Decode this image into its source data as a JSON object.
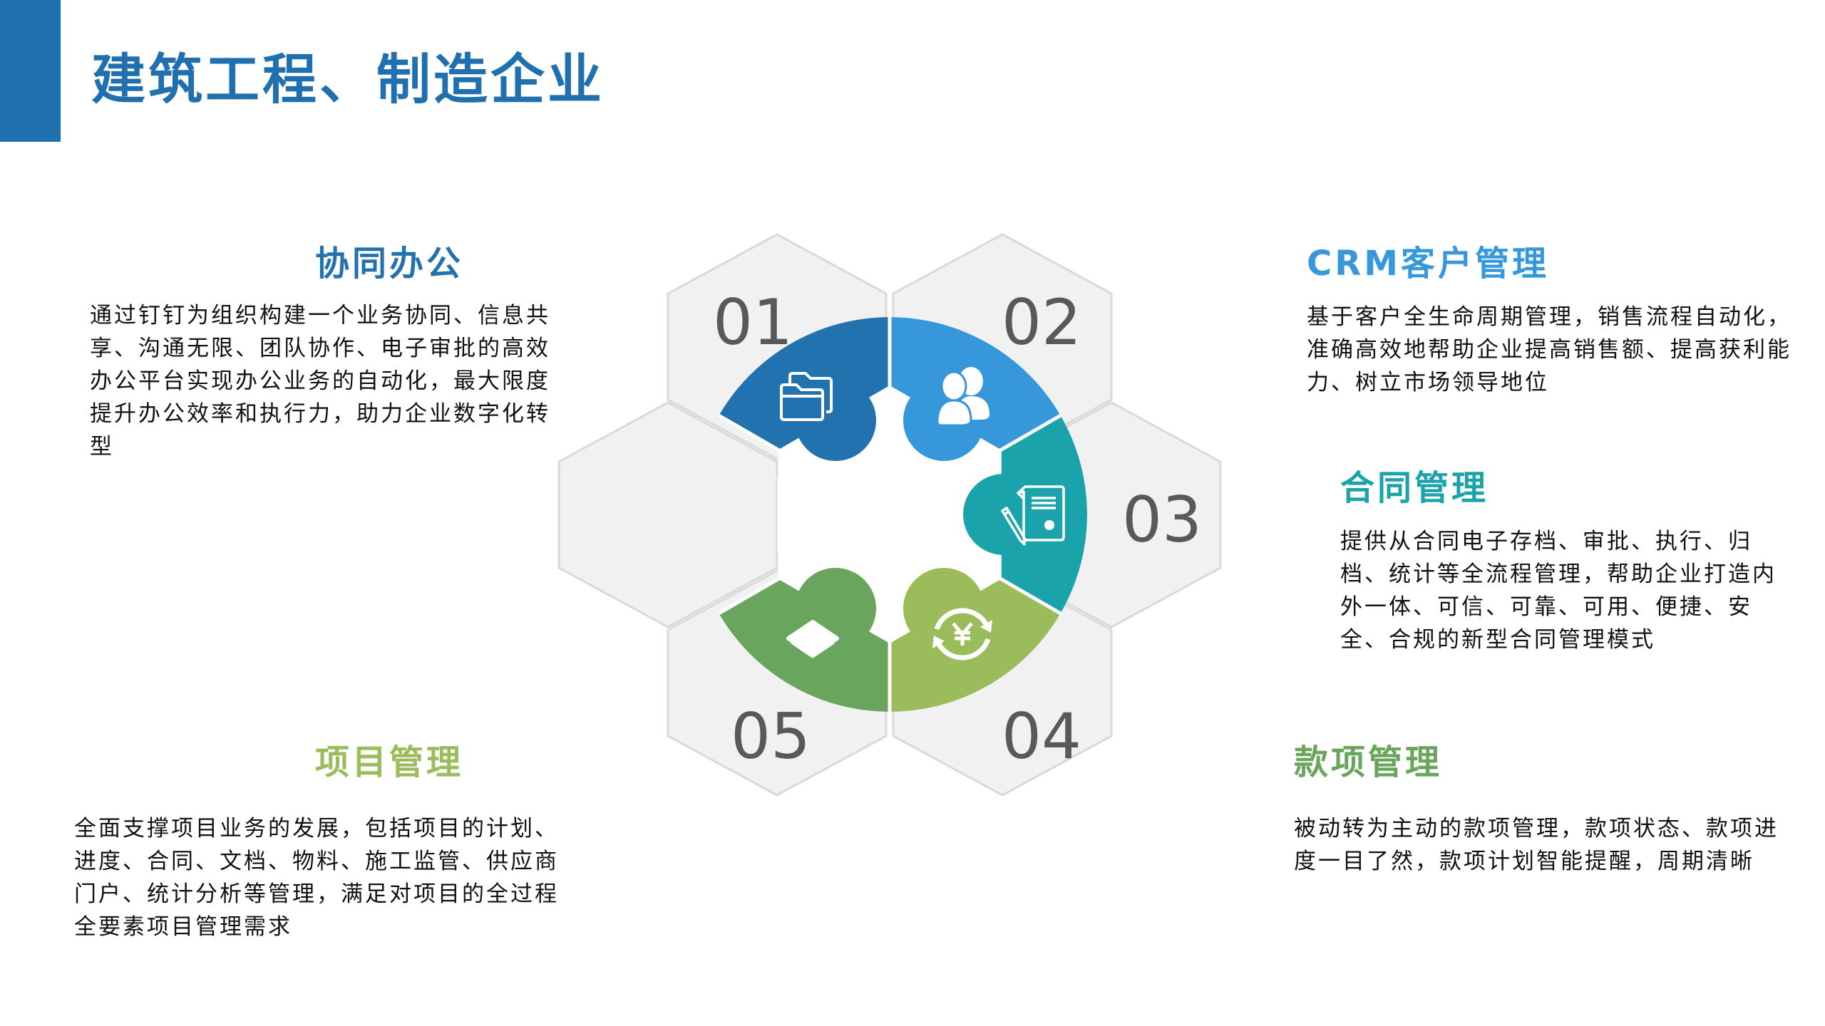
{
  "header": {
    "title": "建筑工程、制造企业",
    "accent_color": "#2070B0"
  },
  "sections": [
    {
      "id": "01",
      "title": "协同办公",
      "color": "#2172AE",
      "icon": "folder-icon",
      "body": "通过钉钉为组织构建一个业务协同、信息共享、沟通无限、团队协作、电子审批的高效办公平台实现办公业务的自动化，最大限度提升办公效率和执行力，助力企业数字化转型"
    },
    {
      "id": "02",
      "title": "CRM客户管理",
      "color": "#3698DA",
      "icon": "users-icon",
      "body": "基于客户全生命周期管理，销售流程自动化，准确高效地帮助企业提高销售额、提高获利能力、树立市场领导地位"
    },
    {
      "id": "03",
      "title": "合同管理",
      "color": "#1BA3AB",
      "icon": "contract-icon",
      "body": "提供从合同电子存档、审批、执行、归档、统计等全流程管理，帮助企业打造内外一体、可信、可靠、可用、便捷、安全、合规的新型合同管理模式"
    },
    {
      "id": "04",
      "title": "款项管理",
      "color": "#9BBC5A",
      "title_color": "#6AA55E",
      "icon": "yen-exchange-icon",
      "body": "被动转为主动的款项管理，款项状态、款项进度一目了然，款项计划智能提醒，周期清晰"
    },
    {
      "id": "05",
      "title": "项目管理",
      "color": "#6AA55E",
      "title_color": "#9BBC5A",
      "icon": "layers-icon",
      "body": "全面支撑项目业务的发展，包括项目的计划、进度、合同、文档、物料、施工监管、供应商门户、统计分析等管理，满足对项目的全过程全要素项目管理需求"
    }
  ],
  "diagram": {
    "numbers": [
      "01",
      "02",
      "03",
      "04",
      "05"
    ],
    "hex_fill": "#F1F1F1",
    "hex_stroke": "#D9D9D9"
  }
}
